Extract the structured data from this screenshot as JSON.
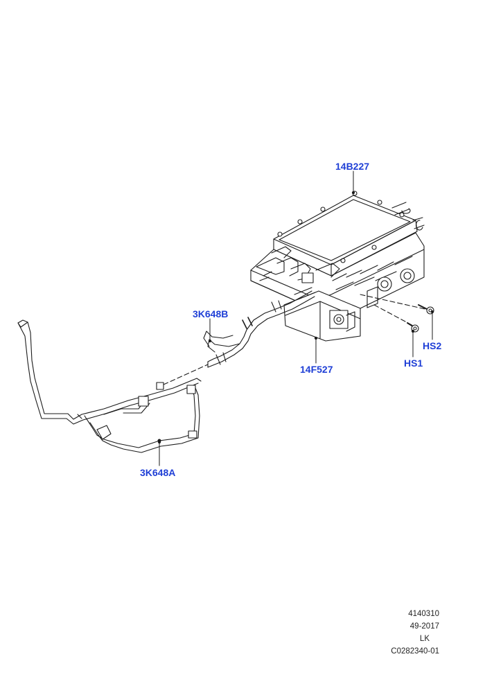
{
  "callouts": {
    "c14B227": "14B227",
    "c3K648B": "3K648B",
    "c14F527": "14F527",
    "cHS2": "HS2",
    "cHS1": "HS1",
    "c3K648A": "3K648A"
  },
  "footer": {
    "line1": "4140310",
    "line2": "49-2017",
    "line3": "LK",
    "line4": "C0282340-01"
  },
  "colors": {
    "callout_text": "#1f3fd6",
    "line_art": "#1a1a1a"
  }
}
